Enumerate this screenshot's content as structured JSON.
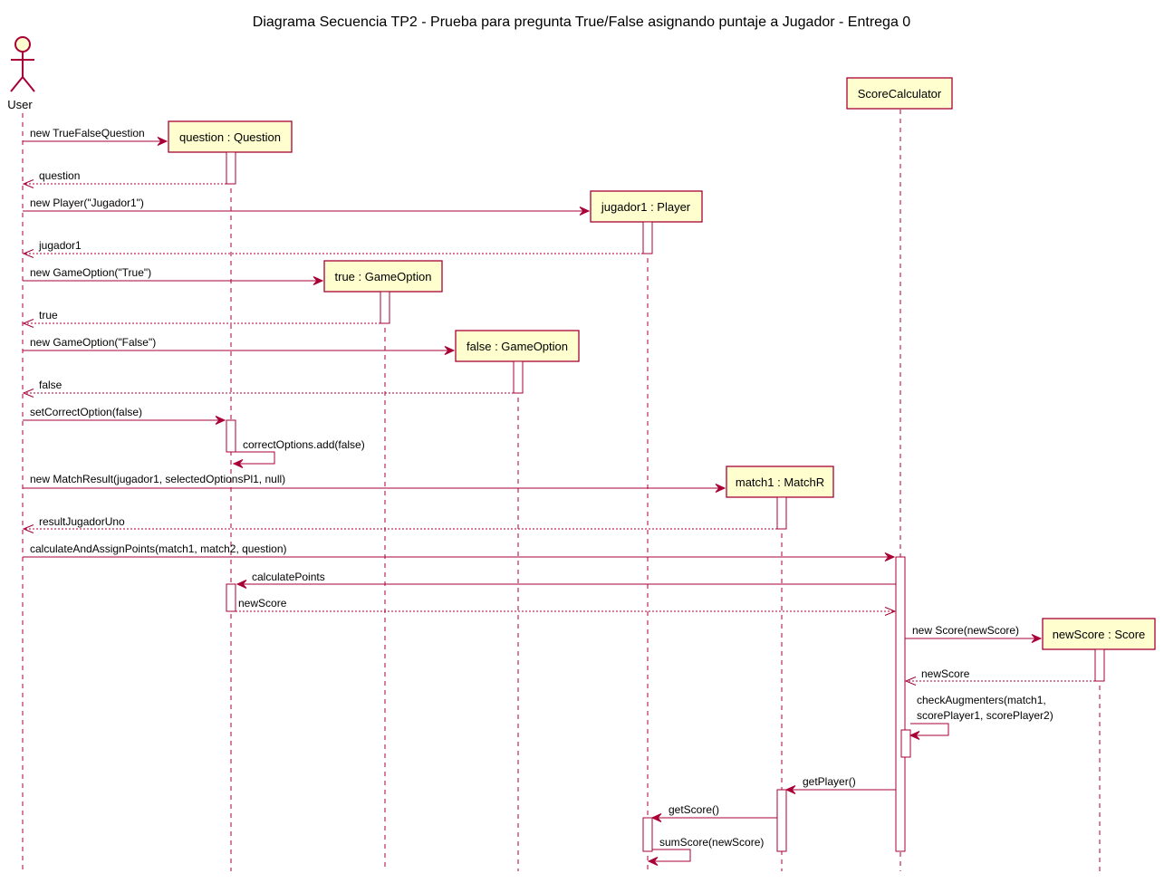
{
  "title": "Diagrama Secuencia TP2 - Prueba para pregunta True/False asignando puntaje a Jugador - Entrega 0",
  "actor": {
    "name": "User"
  },
  "participants": {
    "question": "question : Question",
    "jugador1": "jugador1 : Player",
    "trueOpt": "true : GameOption",
    "falseOpt": "false : GameOption",
    "match1": "match1 : MatchR",
    "scoreCalc": "ScoreCalculator",
    "newScore": "newScore : Score"
  },
  "messages": {
    "m1": "new TrueFalseQuestion",
    "m2": "question",
    "m3": "new Player(\"Jugador1\")",
    "m4": "jugador1",
    "m5": "new GameOption(\"True\")",
    "m6": "true",
    "m7": "new GameOption(\"False\")",
    "m8": "false",
    "m9": "setCorrectOption(false)",
    "m10": "correctOptions.add(false)",
    "m11": "new MatchResult(jugador1, selectedOptionsPl1, null)",
    "m12": "resultJugadorUno",
    "m13": "calculateAndAssignPoints(match1, match2, question)",
    "m14": "calculatePoints",
    "m15": "newScore",
    "m16": "new Score(newScore)",
    "m17": "newScore",
    "m18a": "checkAugmenters(match1,",
    "m18b": "scorePlayer1, scorePlayer2)",
    "m19": "getPlayer()",
    "m20": "getScore()",
    "m21": "sumScore(newScore)"
  }
}
